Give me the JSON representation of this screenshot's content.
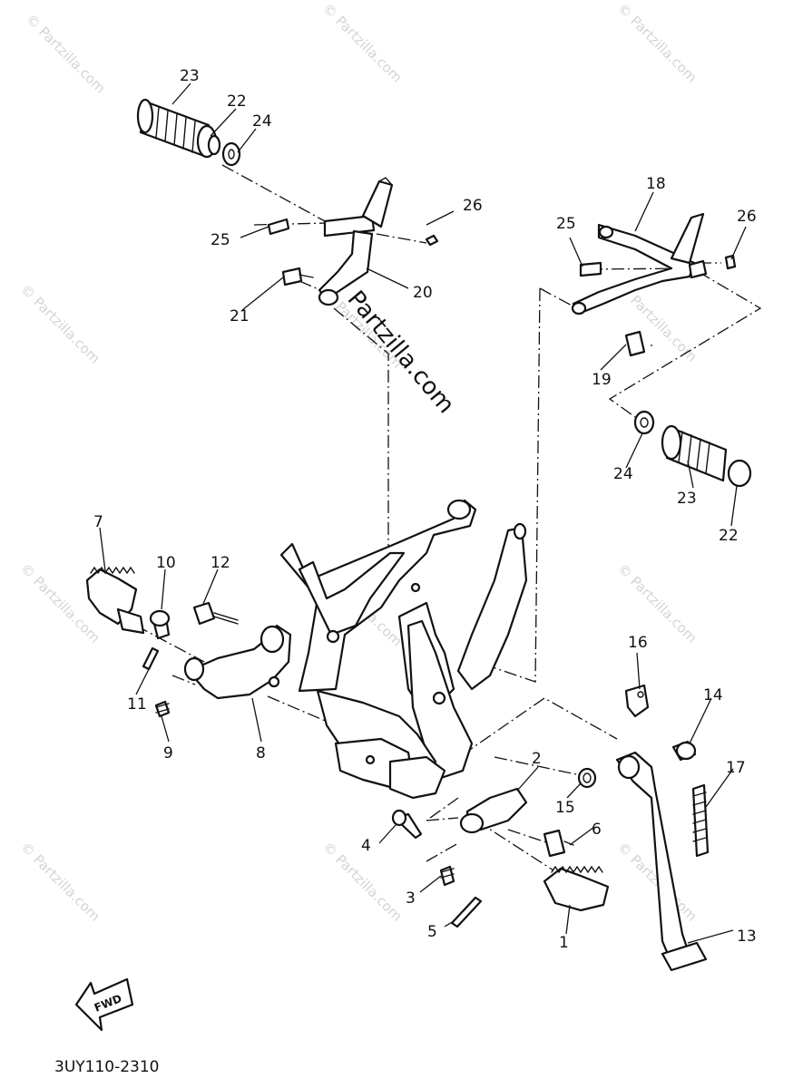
{
  "watermark": "© Partzilla.com",
  "overlay_watermark": "Partzilla.com",
  "fwd_label": "FWD",
  "diagram_code": "3UY110-2310",
  "callouts": {
    "c1": "1",
    "c2": "2",
    "c3": "3",
    "c4": "4",
    "c5": "5",
    "c6": "6",
    "c7": "7",
    "c8": "8",
    "c9": "9",
    "c10": "10",
    "c11": "11",
    "c12": "12",
    "c13": "13",
    "c14": "14",
    "c15": "15",
    "c16": "16",
    "c17": "17",
    "c18": "18",
    "c19": "19",
    "c20": "20",
    "c21": "21",
    "c22a": "22",
    "c23a": "23",
    "c24a": "24",
    "c25a": "25",
    "c26a": "26",
    "c22b": "22",
    "c23b": "23",
    "c24b": "24",
    "c25b": "25",
    "c26b": "26"
  }
}
